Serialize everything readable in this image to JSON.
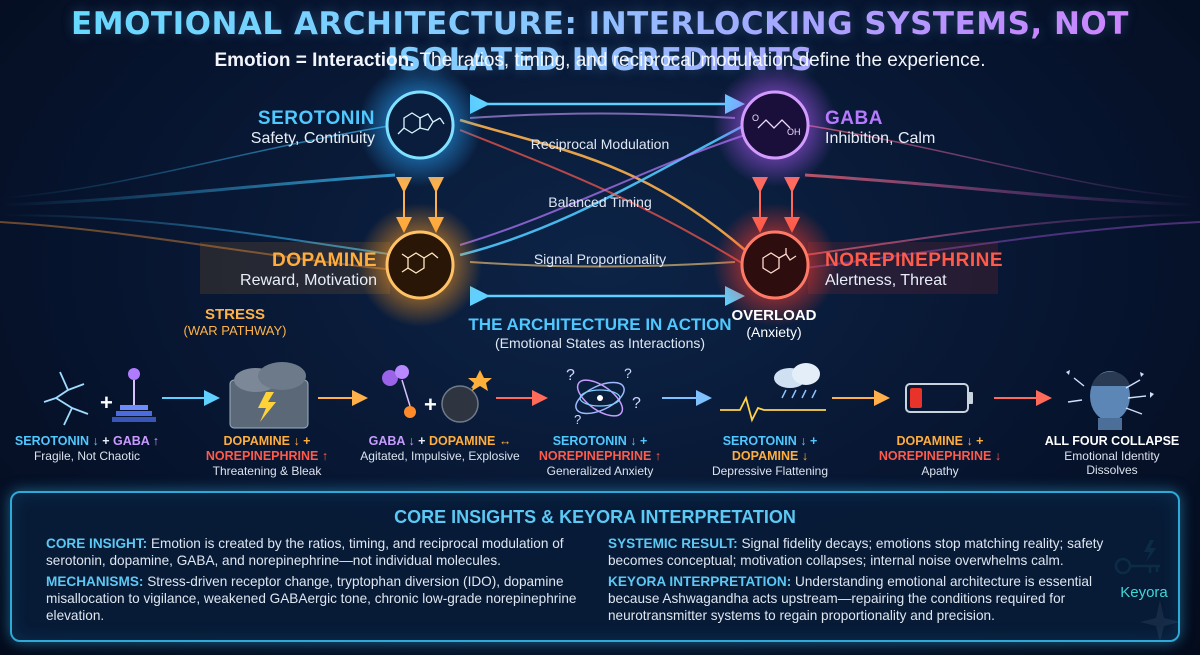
{
  "header": {
    "title": "EMOTIONAL ARCHITECTURE: INTERLOCKING SYSTEMS, NOT ISOLATED INGREDIENTS",
    "subtitle_bold": "Emotion = Interaction.",
    "subtitle_rest": "The ratios, timing, and reciprocal modulation define the experience."
  },
  "colors": {
    "serotonin": "#4fc8ff",
    "gaba": "#b779ff",
    "dopamine": "#ffae3d",
    "norepinephrine": "#ff5a4a",
    "panel_border": "#2fa9d8",
    "key_text": "#5cc8f4"
  },
  "nodes": {
    "serotonin": {
      "name": "SEROTONIN",
      "role": "Safety, Continuity",
      "icon": "serotonin-molecule-icon"
    },
    "gaba": {
      "name": "GABA",
      "role": "Inhibition, Calm",
      "icon": "gaba-molecule-icon"
    },
    "dopamine": {
      "name": "DOPAMINE",
      "role": "Reward, Motivation",
      "icon": "dopamine-molecule-icon"
    },
    "norepinephrine": {
      "name": "NOREPINEPHRINE",
      "role": "Alertness, Threat",
      "icon": "norepinephrine-molecule-icon"
    }
  },
  "flows": {
    "top": "Reciprocal Modulation",
    "middle": "Balanced Timing",
    "bottom": "Signal Proportionality"
  },
  "pathways": {
    "stress_title": "STRESS",
    "stress_sub": "(WAR PATHWAY)",
    "overload_title": "OVERLOAD",
    "overload_sub": "(Anxiety)"
  },
  "architecture": {
    "title": "THE ARCHITECTURE IN ACTION",
    "subtitle": "(Emotional States as Interactions)"
  },
  "states": [
    {
      "line1": "SEROTONIN ↓ + GABA ↑",
      "line2": "",
      "desc": "Fragile, Not Chaotic",
      "icon": "cracked-glass-and-joystick-icon"
    },
    {
      "line1": "DOPAMINE ↓ +",
      "line2": "NOREPINEPHRINE ↑",
      "desc": "Threatening & Bleak",
      "icon": "storm-cloud-icon"
    },
    {
      "line1": "GABA ↓ + DOPAMINE ↔",
      "line2": "",
      "desc": "Agitated, Impulsive, Explosive",
      "icon": "bomb-icon"
    },
    {
      "line1": "SEROTONIN ↓ +",
      "line2": "NOREPINEPHRINE ↑",
      "desc": "Generalized Anxiety",
      "icon": "swirling-question-marks-icon"
    },
    {
      "line1": "SEROTONIN ↓ +",
      "line2": "DOPAMINE ↓",
      "desc": "Depressive Flattening",
      "icon": "rain-cloud-flatline-icon"
    },
    {
      "line1": "DOPAMINE ↓ +",
      "line2": "NOREPINEPHRINE ↓",
      "desc": "Apathy",
      "icon": "low-battery-icon"
    },
    {
      "line1": "ALL FOUR COLLAPSE",
      "line2": "",
      "desc": "Emotional Identity Dissolves",
      "icon": "shattering-head-icon"
    }
  ],
  "panel": {
    "title": "CORE INSIGHTS & KEYORA INTERPRETATION",
    "core_insight_key": "CORE INSIGHT:",
    "core_insight_text": "Emotion is created by the ratios, timing, and reciprocal modulation of serotonin, dopamine, GABA, and norepinephrine—not individual molecules.",
    "mechanisms_key": "MECHANISMS:",
    "mechanisms_text": "Stress-driven receptor change, tryptophan diversion (IDO), dopamine misallocation to vigilance, weakened GABAergic tone, chronic low-grade norepinephrine elevation.",
    "systemic_key": "SYSTEMIC RESULT:",
    "systemic_text": "Signal fidelity decays; emotions stop matching reality; safety becomes conceptual; motivation collapses; internal noise overwhelms calm.",
    "keyora_key": "KEYORA INTERPRETATION:",
    "keyora_text": "Understanding emotional architecture is essential because Ashwagandha acts upstream—repairing the conditions required for neurotransmitter systems to regain proportionality and precision.",
    "logo_text": "Keyora"
  }
}
